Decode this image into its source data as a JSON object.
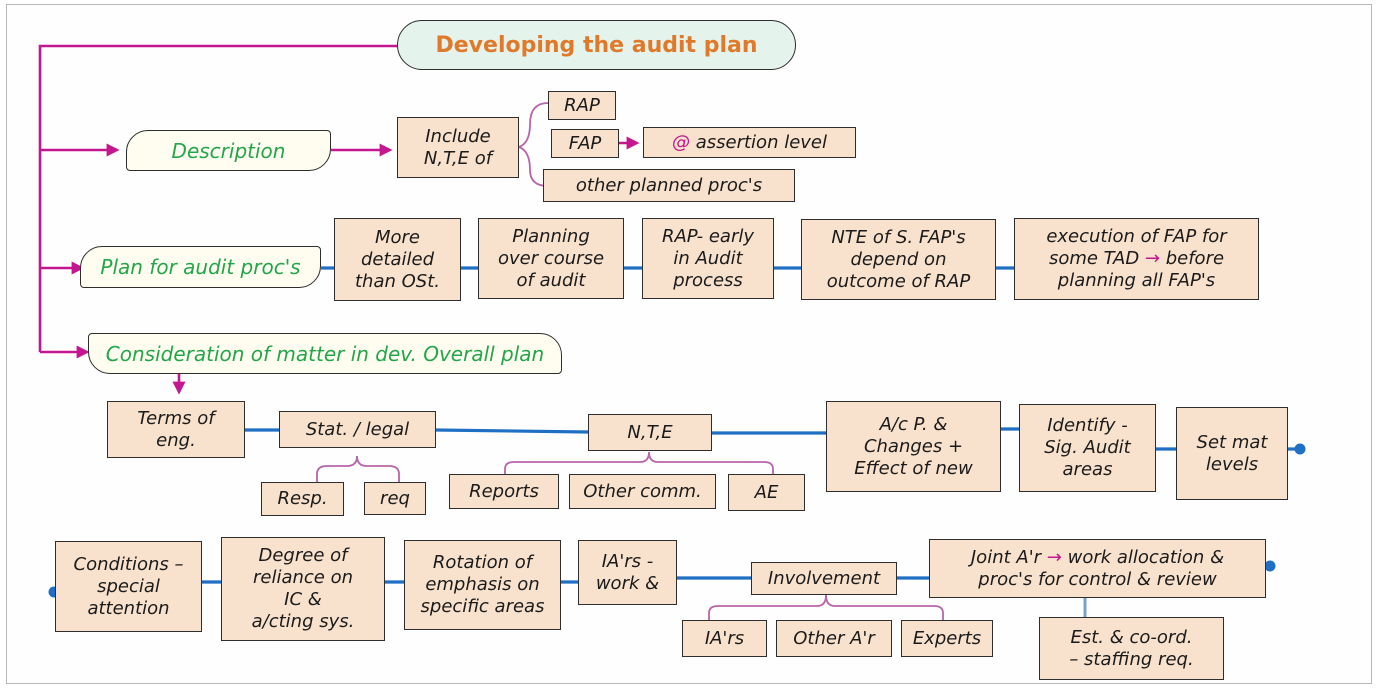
{
  "title": "Developing the audit plan",
  "colors": {
    "branch": "#c4168e",
    "link": "#1f6fc4",
    "bracket": "#b764aa",
    "box_fill": "#f8e2cd",
    "title_text": "#e07a2a",
    "green_text": "#23a64a"
  },
  "headings": {
    "description": "Description",
    "plan": "Plan for audit proc's",
    "consideration": "Consideration of matter in dev. Overall plan"
  },
  "description": {
    "include": "Include\nN,T,E of",
    "rap": "RAP",
    "fap": "FAP",
    "assertion": "@ assertion level",
    "other": "other planned proc's"
  },
  "plan_steps": [
    "More\ndetailed\nthan OSt.",
    "Planning\nover course\nof audit",
    "RAP- early\nin Audit\nprocess",
    "NTE of S. FAP's\ndepend on\noutcome of RAP",
    "execution of FAP for\nsome TAD → before\nplanning all FAP's"
  ],
  "row1": {
    "terms": "Terms of\neng.",
    "stat": "Stat. / legal",
    "resp": "Resp.",
    "req": "req",
    "nte": "N,T,E",
    "reports": "Reports",
    "other_comm": "Other comm.",
    "ae": "AE",
    "acp": "A/c P. &\nChanges +\nEffect of new",
    "identify": "Identify -\nSig. Audit\nareas",
    "setmat": "Set mat\nlevels"
  },
  "row2": {
    "conditions": "Conditions –\nspecial\nattention",
    "degree": "Degree of\nreliance on\nIC &\na/cting sys.",
    "rotation": "Rotation of\nemphasis on\nspecific areas",
    "iars_work": "IA'rs -\nwork &",
    "involvement": "Involvement",
    "iars": "IA'rs",
    "other_ar": "Other A'r",
    "experts": "Experts",
    "joint_a": "Joint A'r",
    "joint_b": "work allocation &",
    "joint_c": "proc's for control & review",
    "est": "Est. & co-ord.\n– staffing req."
  }
}
